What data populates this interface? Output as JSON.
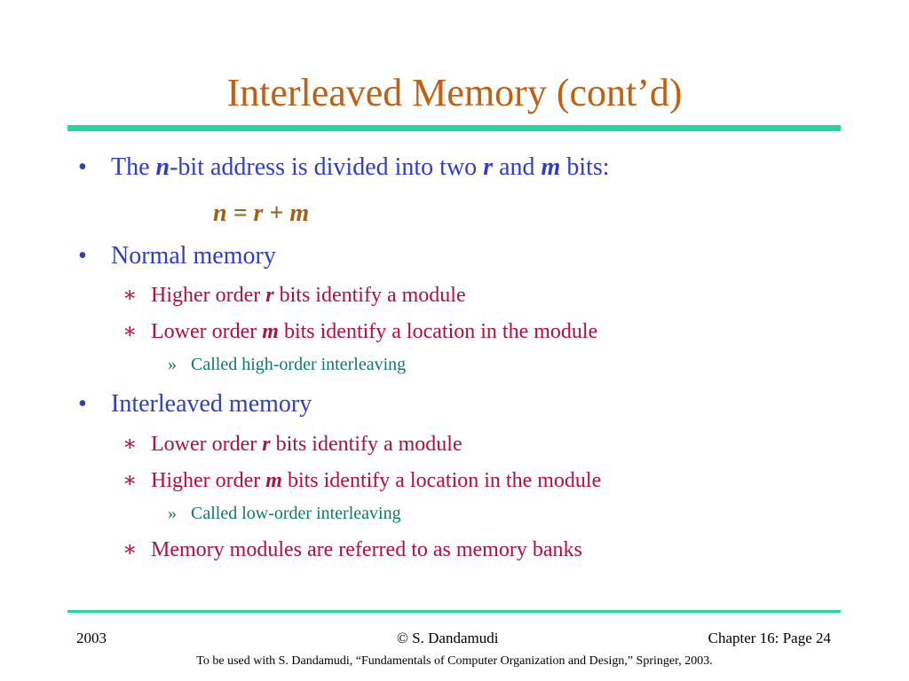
{
  "slide": {
    "title": "Interleaved Memory (cont’d)",
    "bullets": {
      "b1": {
        "p1": "The ",
        "v1": "n",
        "p2": "-bit address is divided into two ",
        "v2": "r",
        "p3": " and ",
        "v3": "m",
        "p4": " bits:"
      },
      "equation": "n = r + m",
      "b2": "Normal memory",
      "b2_1": {
        "p1": "Higher order ",
        "v": "r",
        "p2": " bits identify a module"
      },
      "b2_2": {
        "p1": "Lower order ",
        "v": "m",
        "p2": " bits identify a location in the module"
      },
      "b2_2_1": "Called high-order interleaving",
      "b3": "Interleaved memory",
      "b3_1": {
        "p1": "Lower order ",
        "v": "r",
        "p2": " bits identify a module"
      },
      "b3_2": {
        "p1": "Higher order ",
        "v": "m",
        "p2": " bits identify a location in the module"
      },
      "b3_2_1": "Called low-order interleaving",
      "b3_3": "Memory modules are referred to as memory banks"
    },
    "markers": {
      "level1": "•",
      "level2": "∗",
      "level3": "»"
    }
  },
  "footer": {
    "year": "2003",
    "author": "© S. Dandamudi",
    "page": "Chapter 16: Page 24",
    "source": "To be used with S. Dandamudi, “Fundamentals of Computer Organization and Design,” Springer, 2003."
  },
  "colors": {
    "title": "#c06010",
    "rule": "#22d8a0",
    "level1": "#2f3fc0",
    "level2": "#b0103c",
    "level3": "#0d7a6e",
    "equation": "#a06018"
  }
}
